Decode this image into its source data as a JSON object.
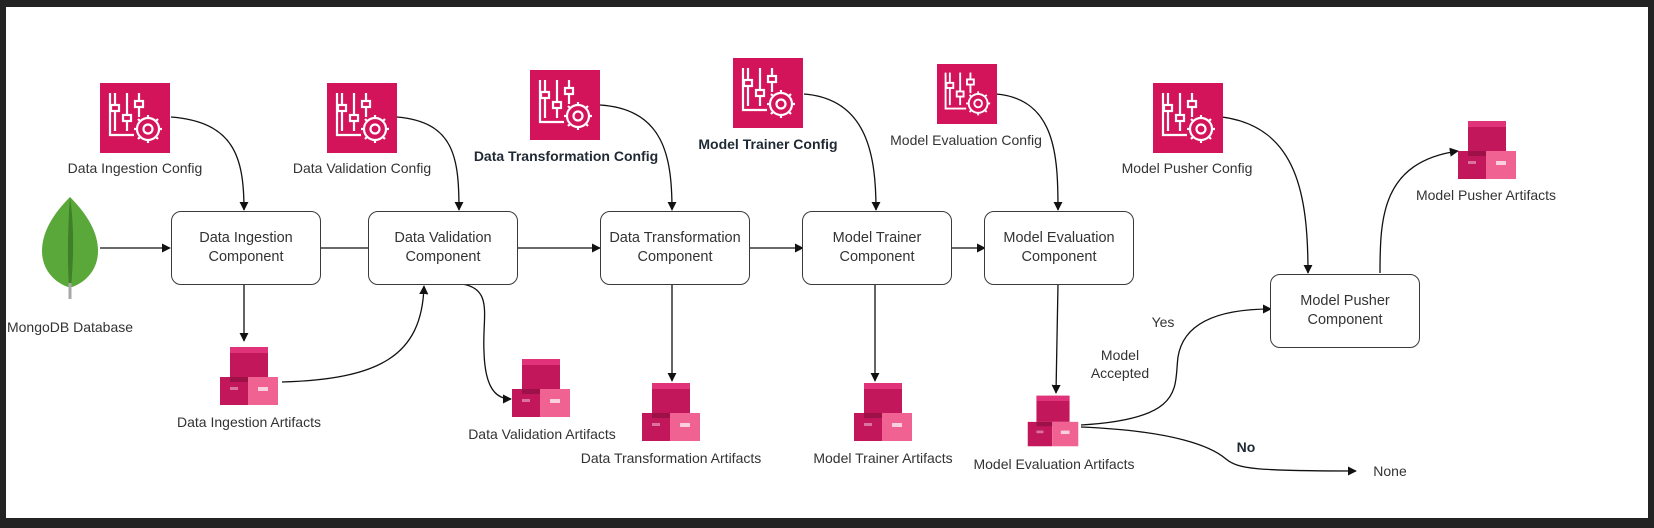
{
  "colors": {
    "accent_config": "#d4145a",
    "artifact_dark": "#c2185b",
    "artifact_light": "#f06292",
    "leaf": "#5aa83a",
    "background": "#232323",
    "box_border": "#3a3a3a"
  },
  "icons": {
    "config": "config-settings-icon",
    "artifact": "artifact-boxes-icon",
    "database": "mongodb-leaf-icon"
  },
  "source": {
    "label": "MongoDB Database"
  },
  "configs": [
    {
      "label": "Data Ingestion Config"
    },
    {
      "label": "Data Validation Config"
    },
    {
      "label": "Data Transformation Config"
    },
    {
      "label": "Model Trainer Config"
    },
    {
      "label": "Model Evaluation Config"
    },
    {
      "label": "Model Pusher Config"
    }
  ],
  "components": [
    {
      "label": "Data Ingestion Component"
    },
    {
      "label": "Data Validation Component"
    },
    {
      "label": "Data Transformation Component"
    },
    {
      "label": "Model Trainer Component"
    },
    {
      "label": "Model Evaluation Component"
    },
    {
      "label": "Model Pusher Component"
    }
  ],
  "artifacts": [
    {
      "label": "Data Ingestion Artifacts"
    },
    {
      "label": "Data Validation Artifacts"
    },
    {
      "label": "Data Transformation Artifacts"
    },
    {
      "label": "Model Trainer Artifacts"
    },
    {
      "label": "Model Evaluation Artifacts"
    },
    {
      "label": "Model Pusher Artifacts"
    }
  ],
  "decision": {
    "question": "Model Accepted",
    "yes": "Yes",
    "no": "No",
    "none": "None"
  }
}
